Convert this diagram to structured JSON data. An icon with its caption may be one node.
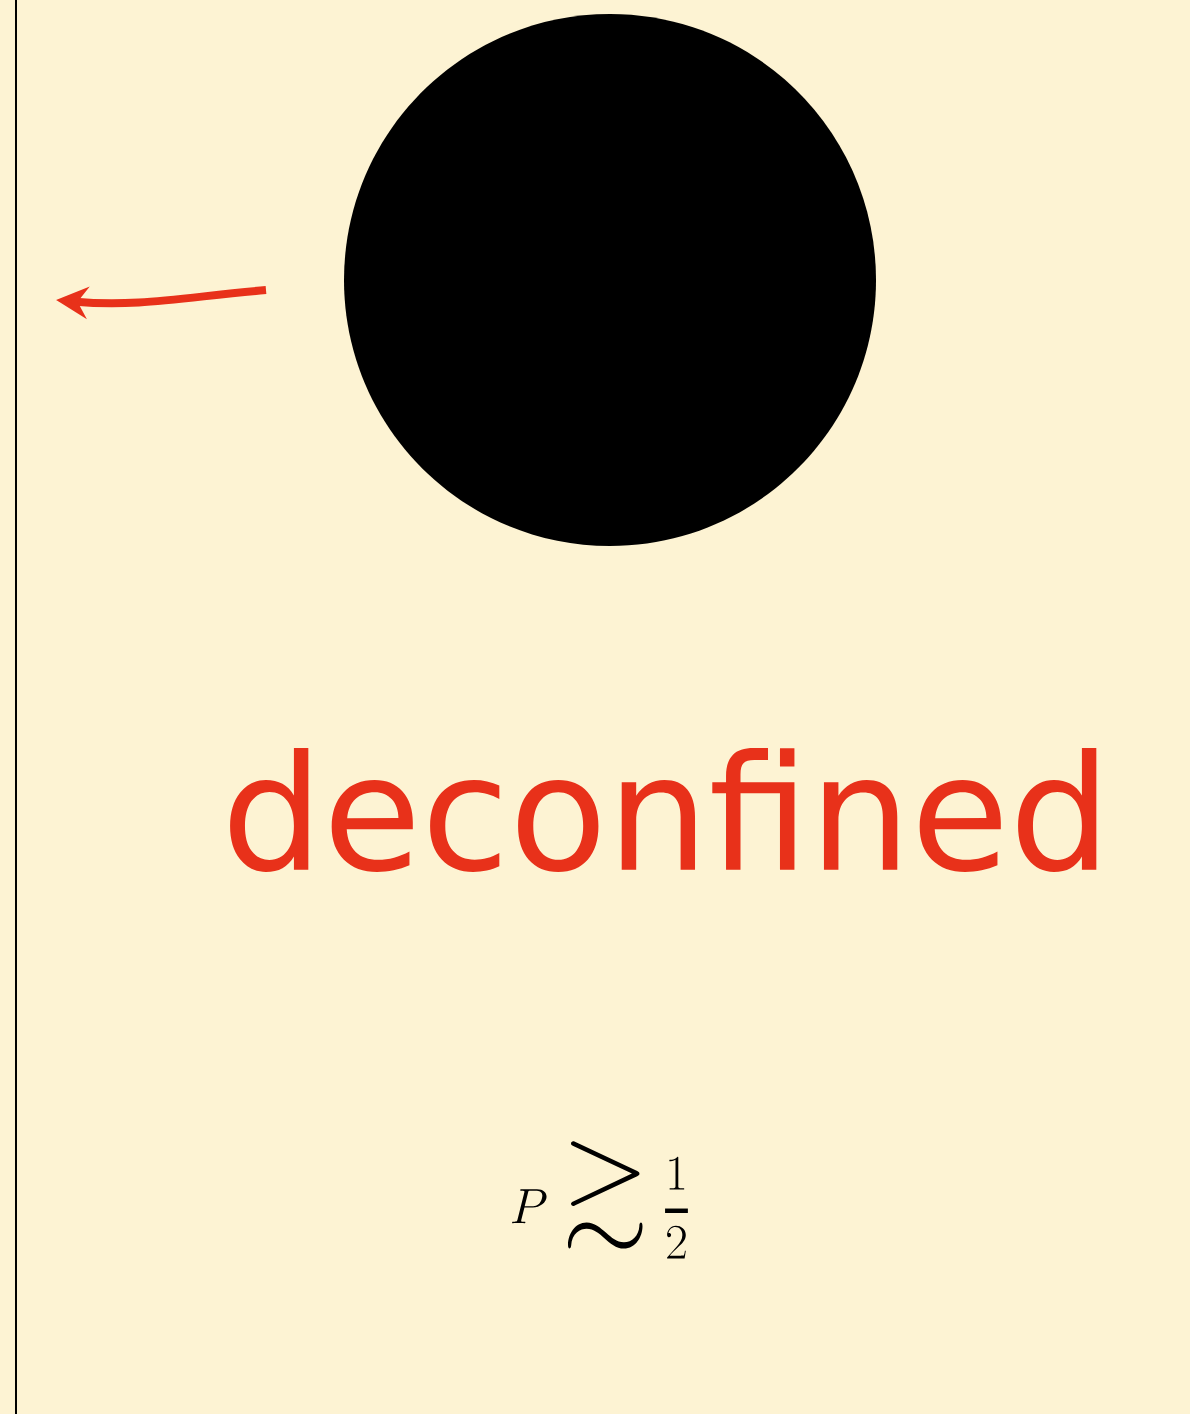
{
  "diagram": {
    "nodes": [
      {
        "text": [],
        "shape": "circle"
      }
    ],
    "labels": [
      "deconfined",
      "P \\gtrsim \\frac{1}{2}"
    ]
  }
}
